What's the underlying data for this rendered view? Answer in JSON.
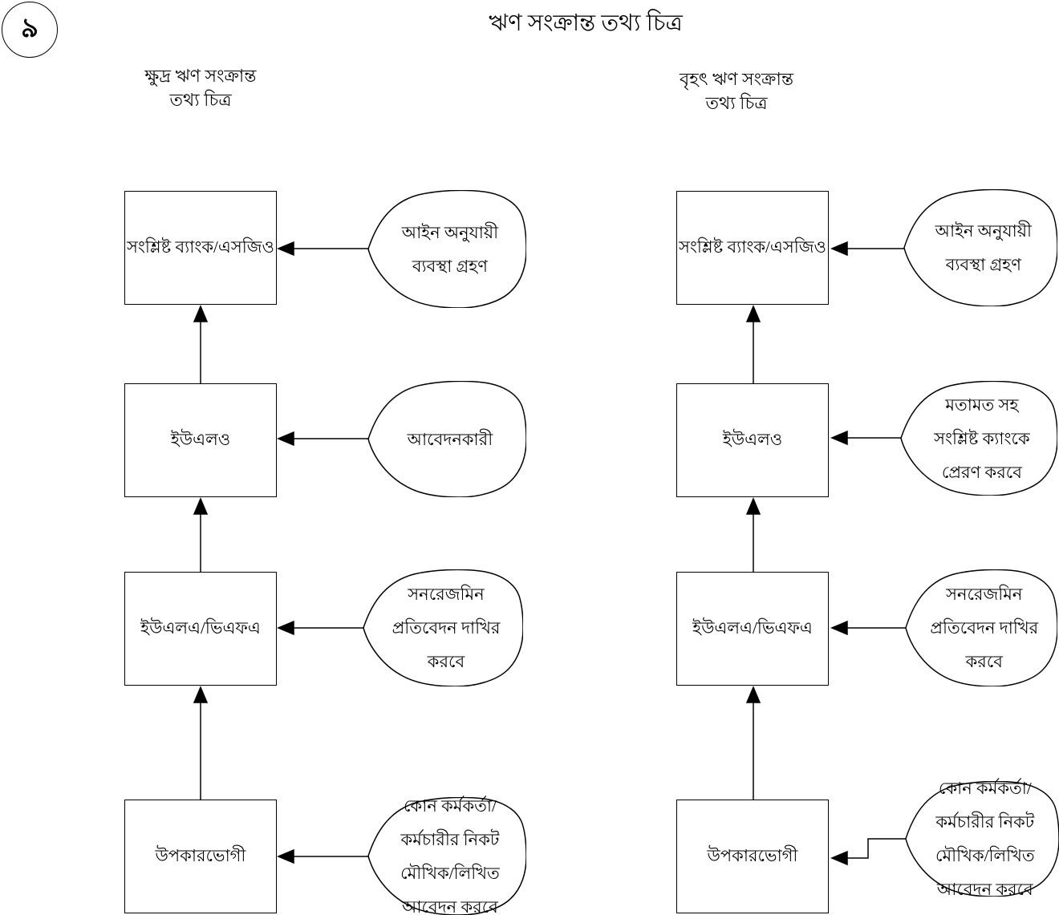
{
  "page": {
    "number": "৯",
    "title": "ঋণ সংক্রান্ত তথ্য চিত্র"
  },
  "left_flow": {
    "heading": [
      "ক্ষুদ্র ঋণ সংক্রান্ত",
      "তথ্য চিত্র"
    ],
    "boxes": [
      {
        "label": "সংশ্লিষ্ট ব্যাংক/এসজিও"
      },
      {
        "label": "ইউএলও"
      },
      {
        "label": "ইউএলএ/ভিএফএ"
      },
      {
        "label": "উপকারভোগী"
      }
    ],
    "ovals": [
      {
        "lines": [
          "আইন অনুযায়ী",
          "ব্যবস্থা গ্রহণ"
        ]
      },
      {
        "lines": [
          "আবেদনকারী"
        ]
      },
      {
        "lines": [
          "সনরেজমিন",
          "প্রতিবেদন দাখির",
          "করবে"
        ]
      },
      {
        "lines": [
          "কোন কর্মকর্তা/",
          "কর্মচারীর নিকট",
          "মৌখিক/লিখিত",
          "আবেদন করবে"
        ]
      }
    ]
  },
  "right_flow": {
    "heading": [
      "বৃহৎ ঋণ সংক্রান্ত",
      "তথ্য চিত্র"
    ],
    "boxes": [
      {
        "label": "সংশ্লিষ্ট ব্যাংক/এসজিও"
      },
      {
        "label": "ইউএলও"
      },
      {
        "label": "ইউএলএ/ভিএফএ"
      },
      {
        "label": "উপকারভোগী"
      }
    ],
    "ovals": [
      {
        "lines": [
          "আইন অনুযায়ী",
          "ব্যবস্থা গ্রহণ"
        ]
      },
      {
        "lines": [
          "মতামত সহ",
          "সংশ্লিষ্ট ক্যাংকে",
          "প্রেরণ করবে"
        ]
      },
      {
        "lines": [
          "সনরেজমিন",
          "প্রতিবেদন দাখির",
          "করবে"
        ]
      },
      {
        "lines": [
          "কোন কর্মকর্তা/",
          "কর্মচারীর নিকট",
          "মৌখিক/লিখিত",
          "আবেদন করবে"
        ]
      }
    ]
  }
}
